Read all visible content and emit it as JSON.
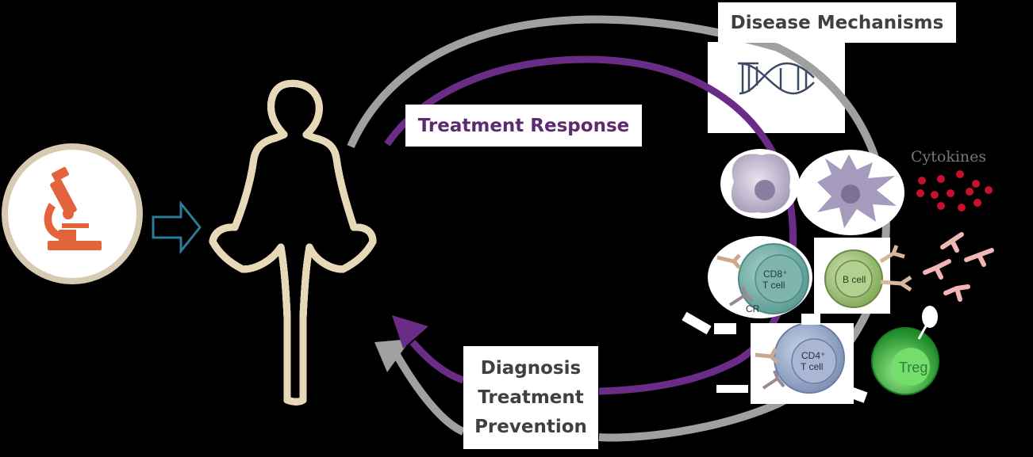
{
  "labels": {
    "disease_mechanisms": "Disease Mechanisms",
    "treatment_response": "Treatment Response",
    "diagnosis": "Diagnosis",
    "treatment": "Treatment",
    "prevention": "Prevention",
    "cytokines": "Cytokines"
  },
  "cells": {
    "cd8_line1": "CD8⁺",
    "cd8_line2": "T cell",
    "b_cell": "B cell",
    "cd4_line1": "CD4⁺",
    "cd4_line2": "T cell",
    "treg": "Treg",
    "tcr_fragment": "CR"
  },
  "colors": {
    "background": "#000000",
    "purple_arrow": "#6a2c86",
    "grey_arrow": "#a0a0a0",
    "microscope": "#e2633c",
    "ring": "#d6cbb2",
    "teal_arrow": "#2d7a99",
    "label_text": "#404040",
    "treatment_text": "#5c2a6e"
  },
  "icons": [
    "microscope-icon",
    "dna-icon",
    "human-body-icon",
    "right-arrow-icon"
  ]
}
